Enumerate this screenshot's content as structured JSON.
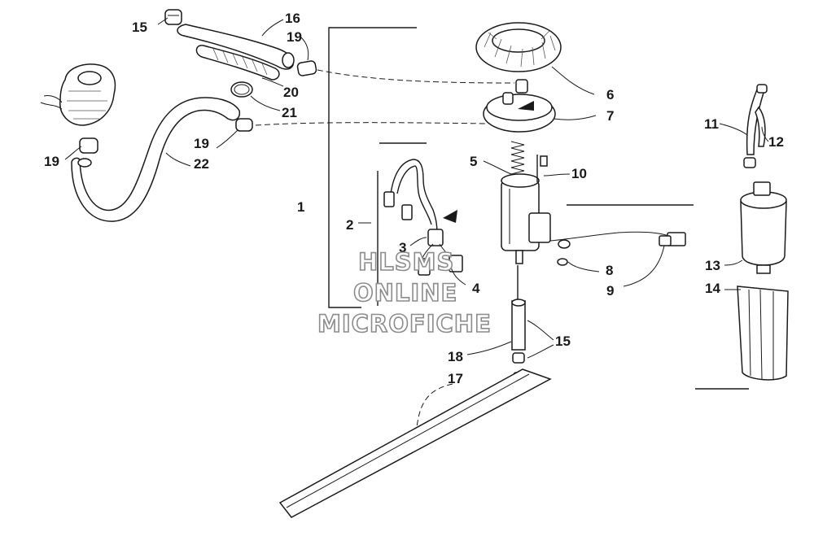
{
  "diagram": {
    "callouts": [
      {
        "id": "c1",
        "text": "1"
      },
      {
        "id": "c2",
        "text": "2"
      },
      {
        "id": "c3",
        "text": "3"
      },
      {
        "id": "c4",
        "text": "4"
      },
      {
        "id": "c5",
        "text": "5"
      },
      {
        "id": "c6",
        "text": "6"
      },
      {
        "id": "c7",
        "text": "7"
      },
      {
        "id": "c8",
        "text": "8"
      },
      {
        "id": "c9",
        "text": "9"
      },
      {
        "id": "c10",
        "text": "10"
      },
      {
        "id": "c11",
        "text": "11"
      },
      {
        "id": "c12",
        "text": "12"
      },
      {
        "id": "c13",
        "text": "13"
      },
      {
        "id": "c14",
        "text": "14"
      },
      {
        "id": "c15a",
        "text": "15"
      },
      {
        "id": "c15b",
        "text": "15"
      },
      {
        "id": "c16",
        "text": "16"
      },
      {
        "id": "c17",
        "text": "17"
      },
      {
        "id": "c18",
        "text": "18"
      },
      {
        "id": "c19a",
        "text": "19"
      },
      {
        "id": "c19b",
        "text": "19"
      },
      {
        "id": "c19c",
        "text": "19"
      },
      {
        "id": "c20",
        "text": "20"
      },
      {
        "id": "c21",
        "text": "21"
      },
      {
        "id": "c22",
        "text": "22"
      }
    ],
    "watermark": {
      "line1": "HLSMS",
      "line2": "ONLINE",
      "line3": "MICROFICHE"
    }
  }
}
